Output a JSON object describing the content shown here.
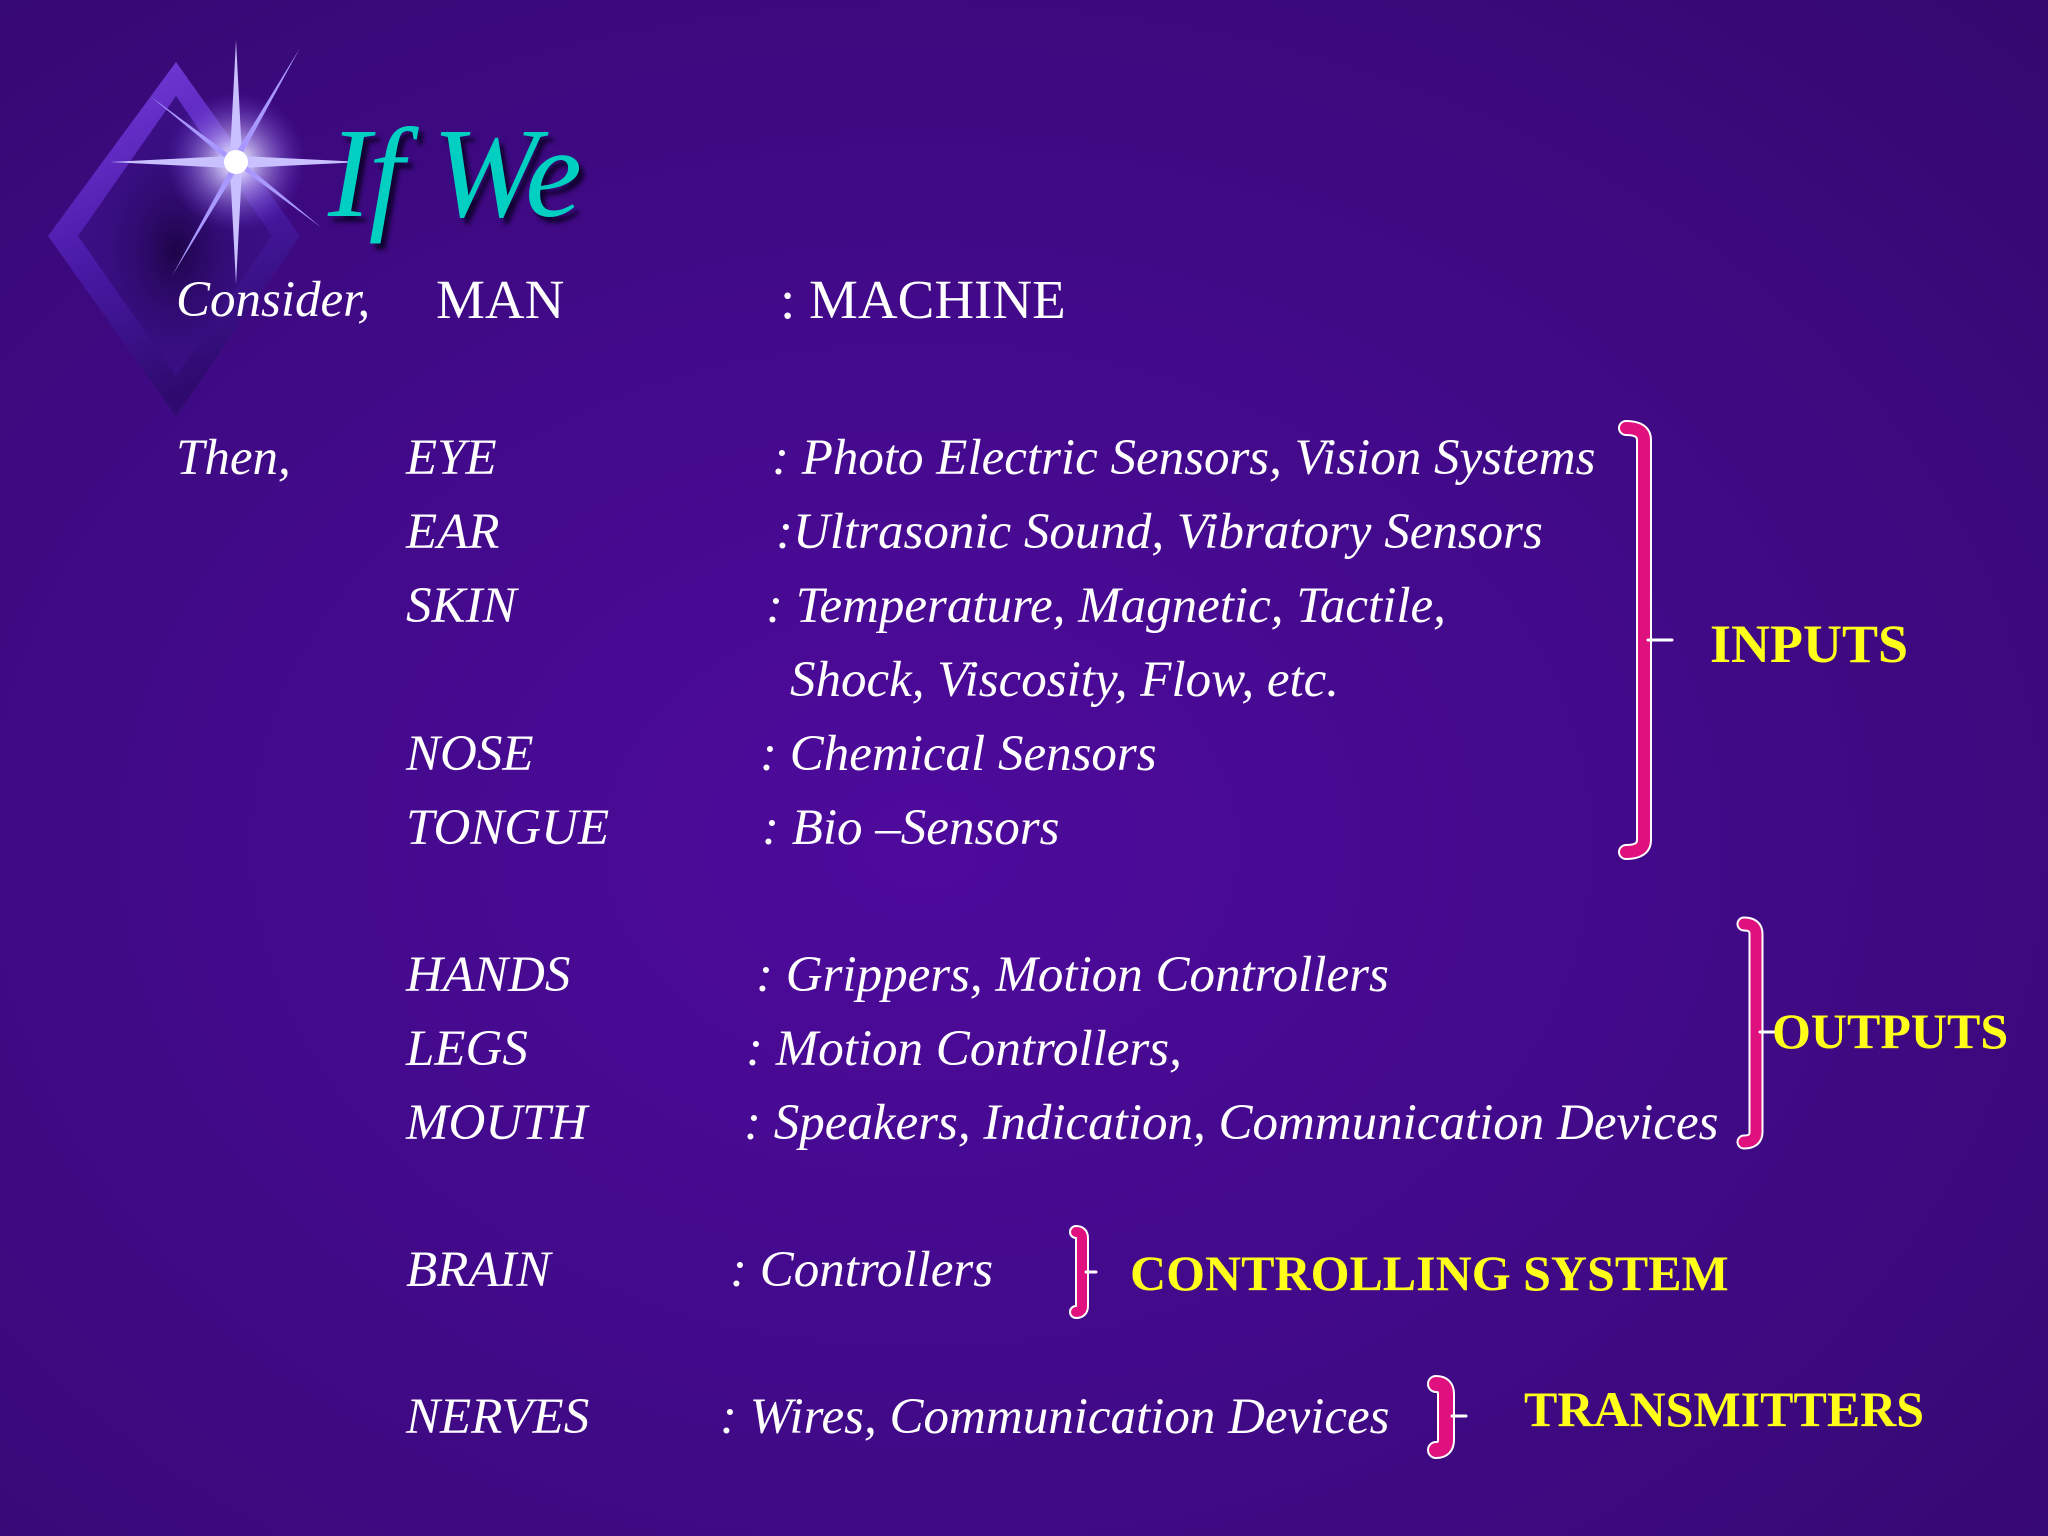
{
  "title": "If We",
  "consider": {
    "label": "Consider,",
    "left": "MAN",
    "right": ": MACHINE"
  },
  "then_label": "Then,",
  "rows": {
    "eye": {
      "organ": "EYE",
      "machine": ": Photo Electric Sensors, Vision Systems"
    },
    "ear": {
      "organ": "EAR",
      "machine": ":Ultrasonic Sound, Vibratory Sensors"
    },
    "skin": {
      "organ": "SKIN",
      "machine": ": Temperature, Magnetic, Tactile,",
      "machine_cont": "Shock, Viscosity, Flow, etc."
    },
    "nose": {
      "organ": "NOSE",
      "machine": ": Chemical Sensors"
    },
    "tongue": {
      "organ": "TONGUE",
      "machine": ": Bio –Sensors"
    },
    "hands": {
      "organ": "HANDS",
      "machine": ": Grippers, Motion Controllers"
    },
    "legs": {
      "organ": "LEGS",
      "machine": ": Motion Controllers,"
    },
    "mouth": {
      "organ": "MOUTH",
      "machine": ": Speakers, Indication, Communication Devices"
    },
    "brain": {
      "organ": "BRAIN",
      "machine": ": Controllers"
    },
    "nerves": {
      "organ": "NERVES",
      "machine": ": Wires, Communication Devices"
    }
  },
  "categories": {
    "inputs": "INPUTS",
    "outputs": "OUTPUTS",
    "controlling": "CONTROLLING  SYSTEM",
    "transmitters": "TRANSMITTERS"
  },
  "colors": {
    "background": "#420a8a",
    "title": "#00cfc2",
    "body_text": "#ffffff",
    "category_text": "#ffff1a",
    "bracket": "#e0107e"
  },
  "icons": [
    "diamond-star-logo-icon"
  ]
}
